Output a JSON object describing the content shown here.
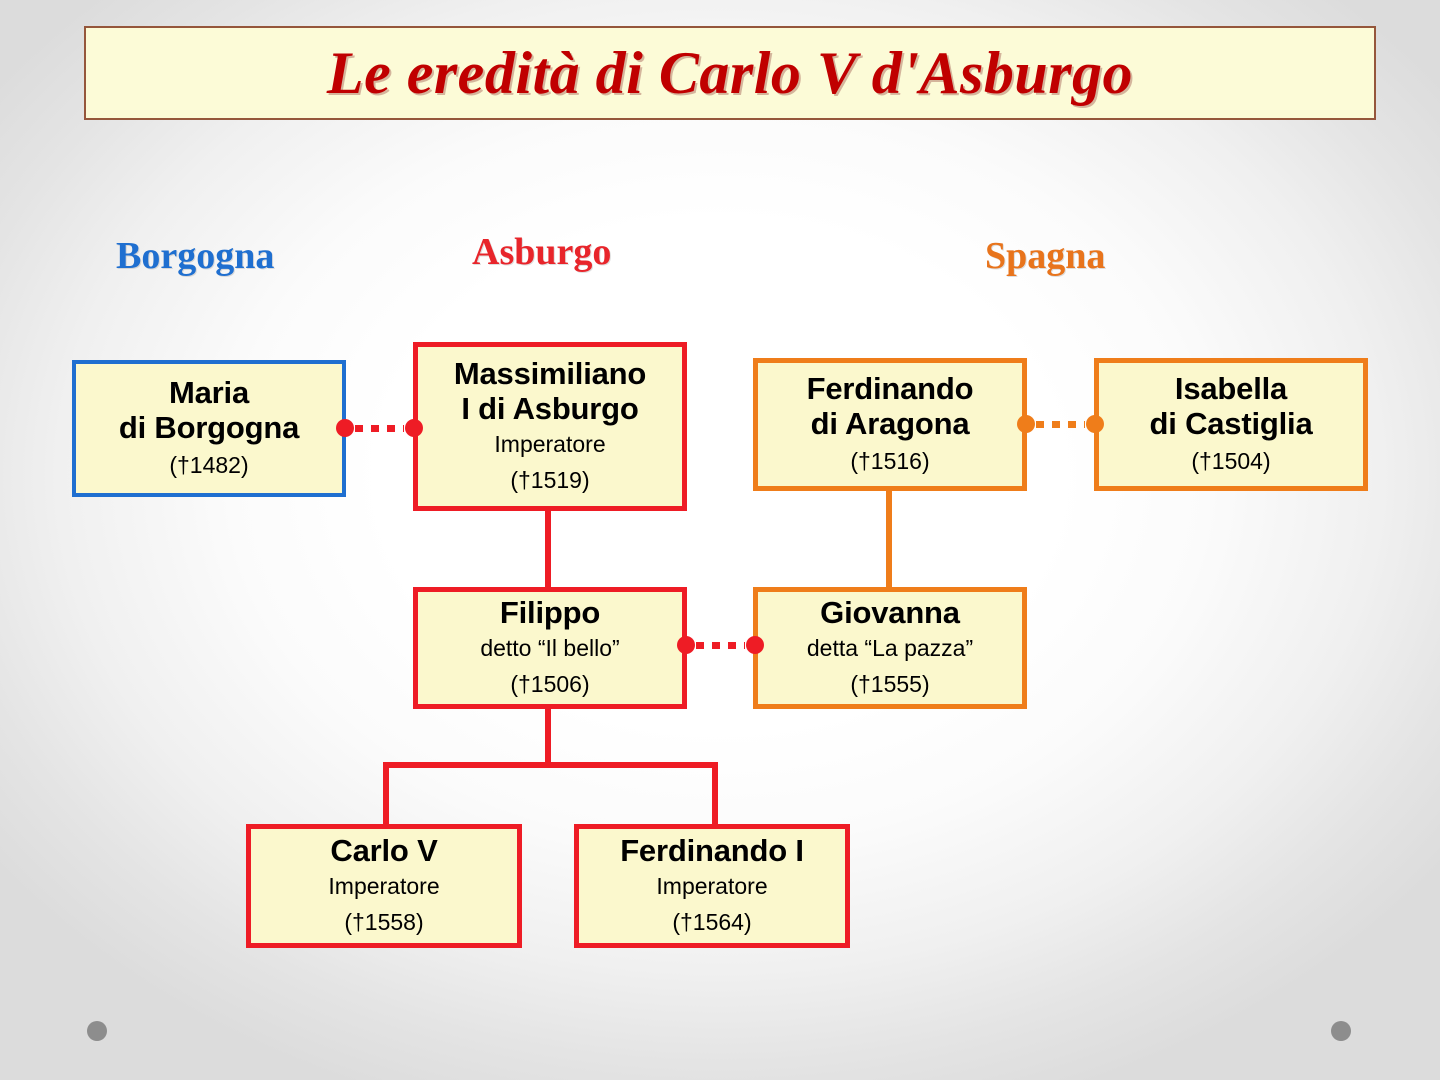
{
  "slide": {
    "title": "Le eredità di Carlo V d'Asburgo",
    "title_color": "#c00000",
    "title_box_fill": "#fcfbd7",
    "title_box_border": "#95563b",
    "background": "#ffffff"
  },
  "columns": [
    {
      "label": "Borgogna",
      "color": "#1f6fd0"
    },
    {
      "label": "Asburgo",
      "color": "#e8252b"
    },
    {
      "label": "Spagna",
      "color": "#e8741c"
    }
  ],
  "nodes": {
    "maria": {
      "name": "Maria",
      "name2": "di Borgogna",
      "subtitle": "",
      "year": "(†1482)",
      "border_color": "#1f6fd0",
      "lineage": "Borgogna"
    },
    "massimiliano": {
      "name": "Massimiliano",
      "name2": "I di Asburgo",
      "subtitle": "Imperatore",
      "year": "(†1519)",
      "border_color": "#ee1c25",
      "lineage": "Asburgo"
    },
    "ferdinando_aragona": {
      "name": "Ferdinando",
      "name2": "di Aragona",
      "subtitle": "",
      "year": "(†1516)",
      "border_color": "#ef7d1a",
      "lineage": "Spagna"
    },
    "isabella": {
      "name": "Isabella",
      "name2": "di Castiglia",
      "subtitle": "",
      "year": "(†1504)",
      "border_color": "#ef7d1a",
      "lineage": "Spagna"
    },
    "filippo": {
      "name": "Filippo",
      "name2": "",
      "subtitle": "detto “Il bello”",
      "year": "(†1506)",
      "border_color": "#ee1c25",
      "lineage": "Asburgo"
    },
    "giovanna": {
      "name": "Giovanna",
      "name2": "",
      "subtitle": "detta “La pazza”",
      "year": "(†1555)",
      "border_color": "#ef7d1a",
      "lineage": "Spagna"
    },
    "carlo_v": {
      "name": "Carlo  V",
      "name2": "",
      "subtitle": "Imperatore",
      "year": "(†1558)",
      "border_color": "#ee1c25",
      "lineage": "Asburgo"
    },
    "ferdinando_i": {
      "name": "Ferdinando I",
      "name2": "",
      "subtitle": "Imperatore",
      "year": "(†1564)",
      "border_color": "#ee1c25",
      "lineage": "Asburgo"
    }
  },
  "marriages": [
    {
      "id": "maria-massimiliano",
      "left": "maria",
      "right": "massimiliano",
      "color": "#ee1c25"
    },
    {
      "id": "ferdinando-isabella",
      "left": "ferdinando_aragona",
      "right": "isabella",
      "color": "#ef7d1a"
    },
    {
      "id": "filippo-giovanna",
      "left": "filippo",
      "right": "giovanna",
      "color": "#ee1c25"
    }
  ],
  "descent": [
    {
      "id": "massimiliano-filippo",
      "from": "massimiliano",
      "to": "filippo",
      "color": "#ee1c25"
    },
    {
      "id": "ferdinando-giovanna",
      "from": "ferdinando_aragona",
      "to": "giovanna",
      "color": "#ef7d1a"
    },
    {
      "id": "filippo-carlo-v",
      "from": "filippo",
      "to": "carlo_v",
      "color": "#ee1c25"
    },
    {
      "id": "filippo-ferdinando-i",
      "from": "filippo",
      "to": "ferdinando_i",
      "color": "#ee1c25"
    }
  ],
  "decorations": {
    "dot_color": "#8d8d8d",
    "dot_count": 2
  }
}
